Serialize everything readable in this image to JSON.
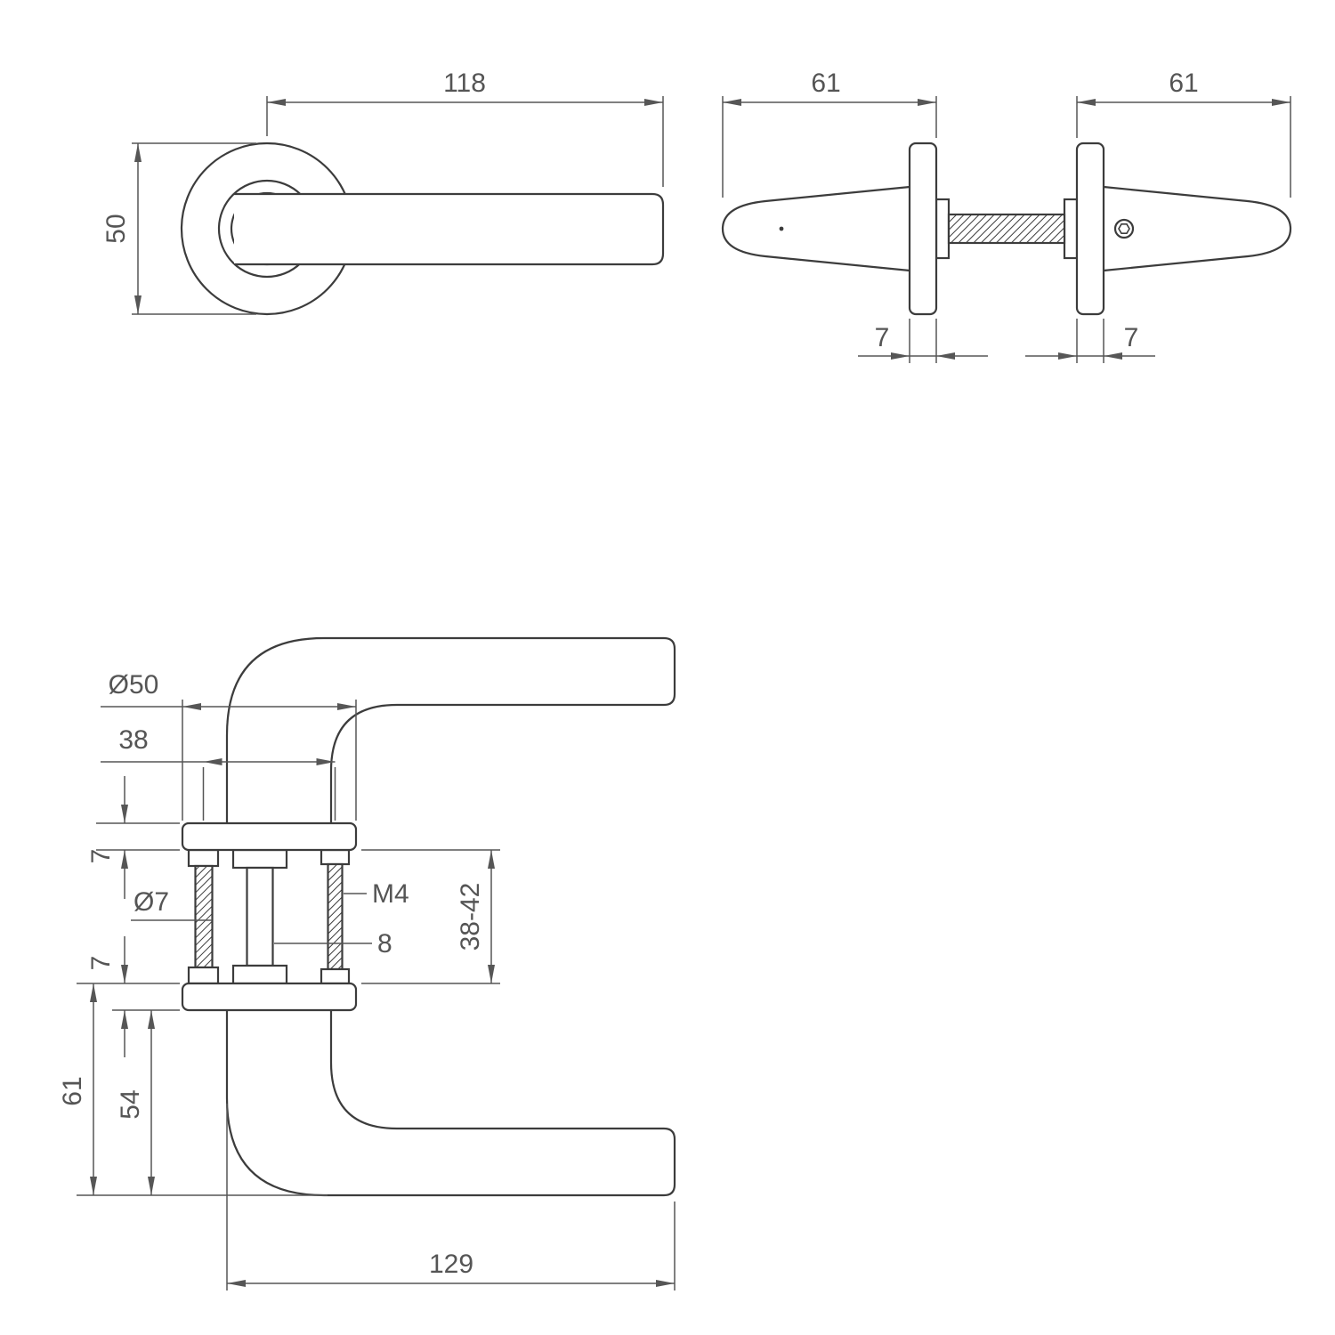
{
  "drawing": {
    "type": "door-handle-technical-drawing",
    "colors": {
      "line": "#3c3c3c",
      "dimension": "#565656",
      "background": "#ffffff"
    },
    "views": {
      "front": {
        "dims": {
          "lever_length": "118",
          "rose_height": "50"
        }
      },
      "side": {
        "dims": {
          "left_depth": "61",
          "right_depth": "61",
          "left_rose_thickness": "7",
          "right_rose_thickness": "7"
        }
      },
      "section": {
        "dims": {
          "rose_diameter": "Ø50",
          "screw_centres": "38",
          "rose_thickness_top": "7",
          "hole_diameter": "Ø7",
          "thread": "M4",
          "spindle_width": "8",
          "door_range": "38-42",
          "rose_thickness_bottom": "7",
          "height_total": "61",
          "height_from_rose": "54",
          "lever_reach": "129"
        }
      }
    }
  }
}
